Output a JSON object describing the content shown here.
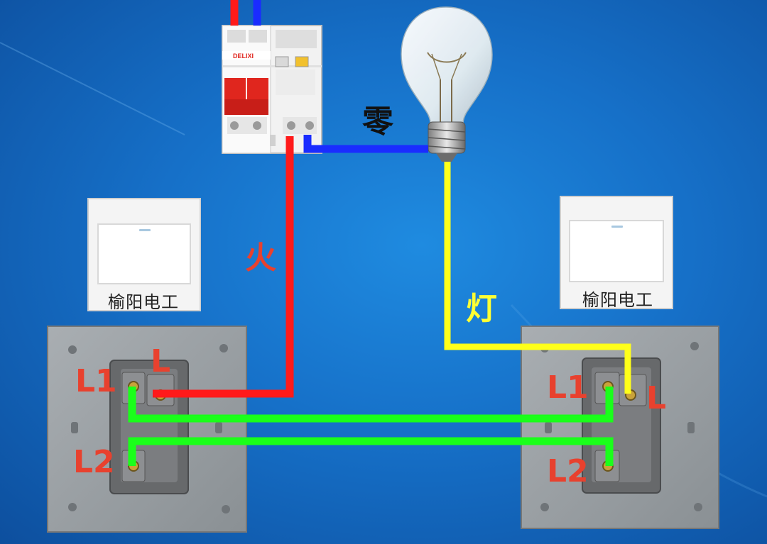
{
  "labels": {
    "neutral": "零",
    "live": "火",
    "lamp": "灯",
    "left_L1": "L1",
    "left_L": "L",
    "left_L2": "L2",
    "right_L1": "L1",
    "right_L": "L",
    "right_L2": "L2"
  },
  "breaker": {
    "brand": "DELIXI"
  },
  "switch_panels": [
    {
      "brand": "榆阳电工"
    },
    {
      "brand": "榆阳电工"
    }
  ],
  "colors": {
    "live_wire": "#ff1a1a",
    "neutral_wire": "#1a2cff",
    "lamp_wire": "#ffff1a",
    "traveler_wire": "#1aff1a",
    "label_red": "#e8412e",
    "label_yellow": "#ffff33",
    "label_black": "#111111"
  },
  "icons": [
    "circuit-breaker-icon",
    "light-bulb-icon",
    "wall-switch-icon",
    "switch-terminal-icon"
  ]
}
